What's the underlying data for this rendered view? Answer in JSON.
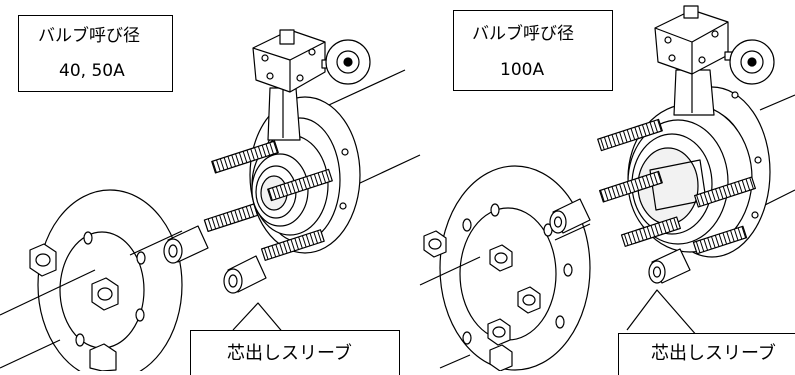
{
  "left_panel": {
    "size_label_line1": "バルブ呼び径",
    "size_label_line2": "40, 50A",
    "callout_label": "芯出しスリーブ"
  },
  "right_panel": {
    "size_label_line1": "バルブ呼び径",
    "size_label_line2": "100A",
    "callout_label": "芯出しスリーブ"
  },
  "colors": {
    "line": "#000000",
    "fill": "#ffffff",
    "shade": "#d9d9d9"
  }
}
